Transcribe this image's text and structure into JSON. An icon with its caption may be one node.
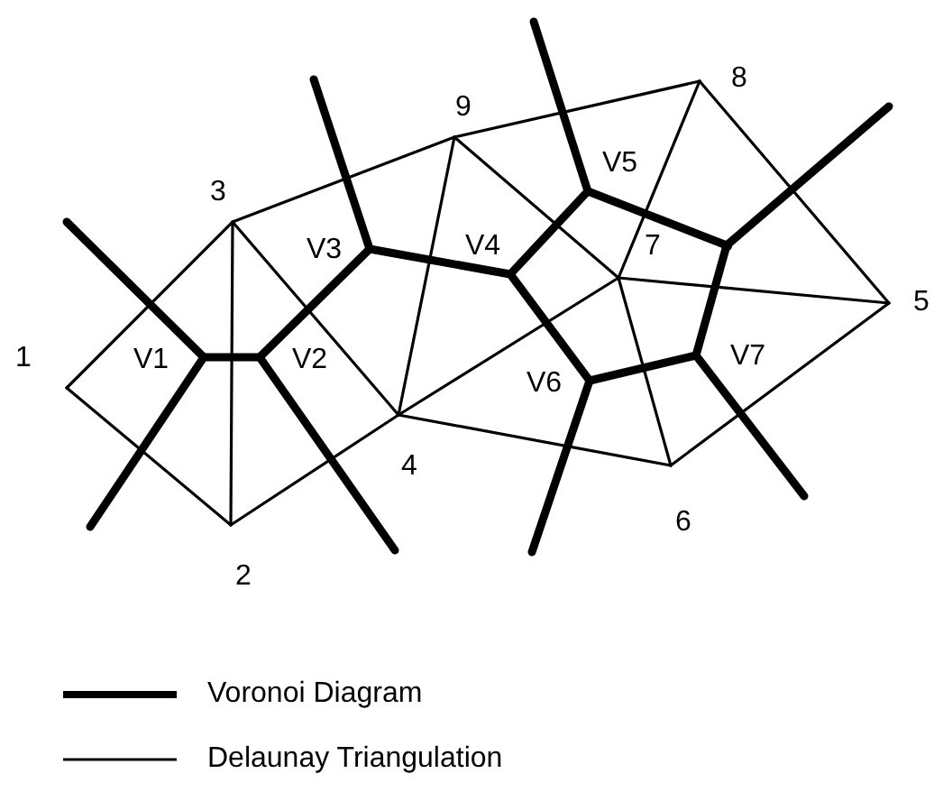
{
  "diagram": {
    "nodes": [
      {
        "text": [
          "1"
        ]
      },
      {
        "text": [
          "2"
        ]
      },
      {
        "text": [
          "3"
        ]
      },
      {
        "text": [
          "4"
        ]
      },
      {
        "text": [
          "5"
        ]
      },
      {
        "text": [
          "6"
        ]
      },
      {
        "text": [
          "7"
        ]
      },
      {
        "text": [
          "8"
        ]
      },
      {
        "text": [
          "9"
        ]
      },
      {
        "text": [
          "V1"
        ]
      },
      {
        "text": [
          "V2"
        ]
      },
      {
        "text": [
          "V3"
        ]
      },
      {
        "text": [
          "V4"
        ]
      },
      {
        "text": [
          "V5"
        ]
      },
      {
        "text": [
          "V6"
        ]
      },
      {
        "text": [
          "V7"
        ]
      },
      {
        "text": [],
        "shape": "point"
      }
    ],
    "edges": [
      {
        "from": 0,
        "to": 2,
        "arrow": "none"
      },
      {
        "from": 0,
        "to": 1,
        "arrow": "none"
      },
      {
        "from": 2,
        "to": 1,
        "arrow": "none"
      },
      {
        "from": 2,
        "to": 3,
        "arrow": "none"
      },
      {
        "from": 1,
        "to": 3,
        "arrow": "none"
      },
      {
        "from": 2,
        "to": 8,
        "arrow": "none"
      },
      {
        "from": 8,
        "to": 3,
        "arrow": "none"
      },
      {
        "from": 8,
        "to": 7,
        "arrow": "none"
      },
      {
        "from": 8,
        "to": 6,
        "arrow": "none"
      },
      {
        "from": 7,
        "to": 6,
        "arrow": "none"
      },
      {
        "from": 7,
        "to": 4,
        "arrow": "none"
      },
      {
        "from": 3,
        "to": 6,
        "arrow": "none"
      },
      {
        "from": 6,
        "to": 4,
        "arrow": "none"
      },
      {
        "from": 3,
        "to": 5,
        "arrow": "none"
      },
      {
        "from": 6,
        "to": 5,
        "arrow": "none"
      },
      {
        "from": 5,
        "to": 4,
        "arrow": "none"
      },
      {
        "from": 9,
        "to": 10,
        "arrow": "none",
        "style": "thick"
      },
      {
        "from": 10,
        "to": 11,
        "arrow": "none",
        "style": "thick"
      },
      {
        "from": 11,
        "to": 12,
        "arrow": "none",
        "style": "thick"
      },
      {
        "from": 12,
        "to": 13,
        "arrow": "none",
        "style": "thick"
      },
      {
        "from": 12,
        "to": 14,
        "arrow": "none",
        "style": "thick"
      },
      {
        "from": 13,
        "to": 16,
        "arrow": "none",
        "style": "thick"
      },
      {
        "from": 16,
        "to": 15,
        "arrow": "none",
        "style": "thick"
      },
      {
        "from": 15,
        "to": 14,
        "arrow": "none",
        "style": "thick"
      },
      {
        "from": 9,
        "to": null,
        "arrow": "none",
        "style": "thick"
      },
      {
        "from": 9,
        "to": null,
        "arrow": "none",
        "style": "thick"
      },
      {
        "from": 10,
        "to": null,
        "arrow": "none",
        "style": "thick"
      },
      {
        "from": 11,
        "to": null,
        "arrow": "none",
        "style": "thick"
      },
      {
        "from": 13,
        "to": null,
        "arrow": "none",
        "style": "thick"
      },
      {
        "from": 16,
        "to": null,
        "arrow": "none",
        "style": "thick"
      },
      {
        "from": 14,
        "to": null,
        "arrow": "none",
        "style": "thick"
      },
      {
        "from": 15,
        "to": null,
        "arrow": "none",
        "style": "thick"
      }
    ],
    "legend": [
      {
        "text": "Voronoi Diagram"
      },
      {
        "text": "Delaunay Triangulation"
      }
    ]
  }
}
